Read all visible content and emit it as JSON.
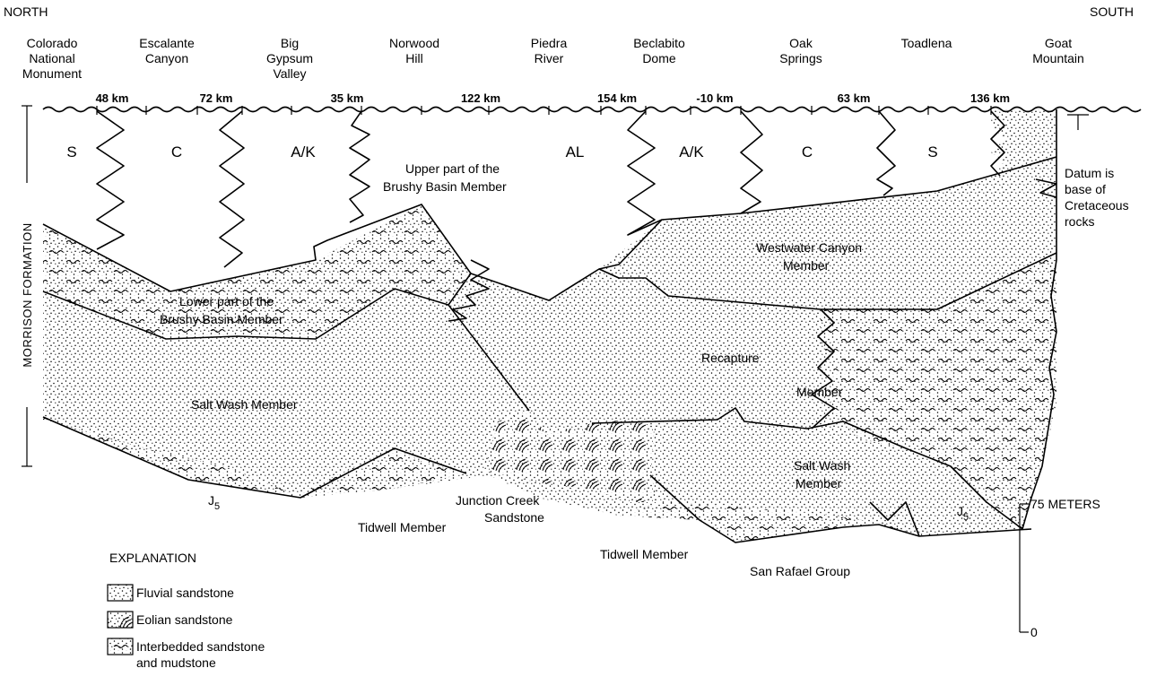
{
  "header": {
    "north": "NORTH",
    "south": "SOUTH"
  },
  "locations": [
    {
      "lines": [
        "Colorado",
        "National",
        "Monument"
      ]
    },
    {
      "lines": [
        "Escalante",
        "Canyon"
      ]
    },
    {
      "lines": [
        "Big",
        "Gypsum",
        "Valley"
      ]
    },
    {
      "lines": [
        "Norwood",
        "Hill"
      ]
    },
    {
      "lines": [
        "Piedra",
        "River"
      ]
    },
    {
      "lines": [
        "Beclabito",
        "Dome"
      ]
    },
    {
      "lines": [
        "Oak",
        "Springs"
      ]
    },
    {
      "lines": [
        "Toadlena"
      ]
    },
    {
      "lines": [
        "Goat",
        "Mountain"
      ]
    }
  ],
  "distances": [
    "48 km",
    "72 km",
    "35 km",
    "122 km",
    "154 km",
    "-10 km",
    "63 km",
    "136 km"
  ],
  "upper_codes": [
    "S",
    "C",
    "A/K",
    "AL",
    "A/K",
    "C",
    "S"
  ],
  "formation_label": "MORRISON FORMATION",
  "datum_note": [
    "Datum is",
    "base of",
    "Cretaceous",
    "rocks"
  ],
  "units": {
    "upper_brushy": [
      "Upper part of the",
      "Brushy Basin Member"
    ],
    "lower_brushy": [
      "Lower part of the",
      "Brushy Basin Member"
    ],
    "westwater": [
      "Westwater Canyon",
      "Member"
    ],
    "recapture_1": "Recapture",
    "recapture_2": "Member",
    "salt_wash_north": "Salt Wash Member",
    "salt_wash_south": [
      "Salt Wash",
      "Member"
    ],
    "junction_creek": [
      "Junction Creek",
      "Sandstone"
    ],
    "tidwell_north": "Tidwell Member",
    "tidwell_south": "Tidwell Member",
    "san_rafael": "San Rafael Group",
    "j5_left": "J",
    "j5_left_sub": "5",
    "j5_right": "J",
    "j5_right_sub": "5"
  },
  "scale": {
    "top_label": "75 METERS",
    "bottom_label": "0"
  },
  "explanation": {
    "title": "EXPLANATION",
    "items": [
      {
        "label_lines": [
          "Fluvial sandstone"
        ],
        "icon": "fluvial-sandstone-swatch"
      },
      {
        "label_lines": [
          "Eolian sandstone"
        ],
        "icon": "eolian-sandstone-swatch"
      },
      {
        "label_lines": [
          "Interbedded sandstone",
          "and mudstone"
        ],
        "icon": "interbedded-swatch"
      }
    ]
  }
}
